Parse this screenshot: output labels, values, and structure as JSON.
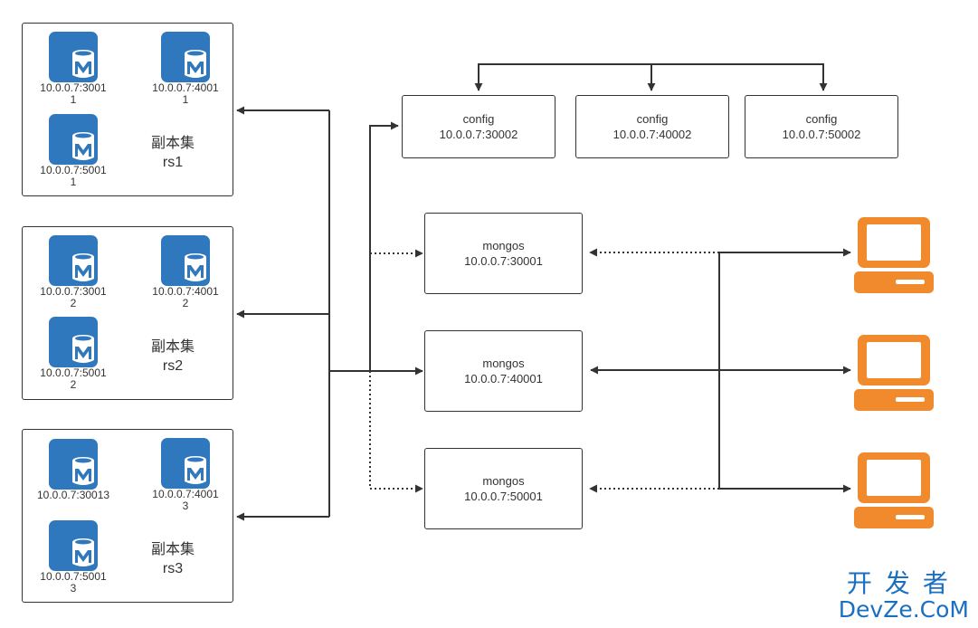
{
  "replica_sets": [
    {
      "name_cn": "副本集",
      "name": "rs1",
      "members": [
        "10.0.0.7:3001\n1",
        "10.0.0.7:4001\n1",
        "10.0.0.7:5001\n1"
      ]
    },
    {
      "name_cn": "副本集",
      "name": "rs2",
      "members": [
        "10.0.0.7:3001\n2",
        "10.0.0.7:4001\n2",
        "10.0.0.7:5001\n2"
      ]
    },
    {
      "name_cn": "副本集",
      "name": "rs3",
      "members": [
        "10.0.0.7:30013",
        "10.0.0.7:4001\n3",
        "10.0.0.7:5001\n3"
      ]
    }
  ],
  "icons": {
    "database": "database-M-icon",
    "client": "desktop-computer-icon"
  },
  "colors": {
    "db_icon": "#2f78be",
    "client_icon": "#f08a2c",
    "line": "#333333",
    "watermark": "#1a6fc0"
  },
  "config_servers": [
    {
      "title": "config",
      "address": "10.0.0.7:30002"
    },
    {
      "title": "config",
      "address": "10.0.0.7:40002"
    },
    {
      "title": "config",
      "address": "10.0.0.7:50002"
    }
  ],
  "mongos_routers": [
    {
      "title": "mongos",
      "address": "10.0.0.7:30001"
    },
    {
      "title": "mongos",
      "address": "10.0.0.7:40001"
    },
    {
      "title": "mongos",
      "address": "10.0.0.7:50001"
    }
  ],
  "watermark": {
    "cn": "开发者",
    "en": "DevZe.CoM"
  }
}
